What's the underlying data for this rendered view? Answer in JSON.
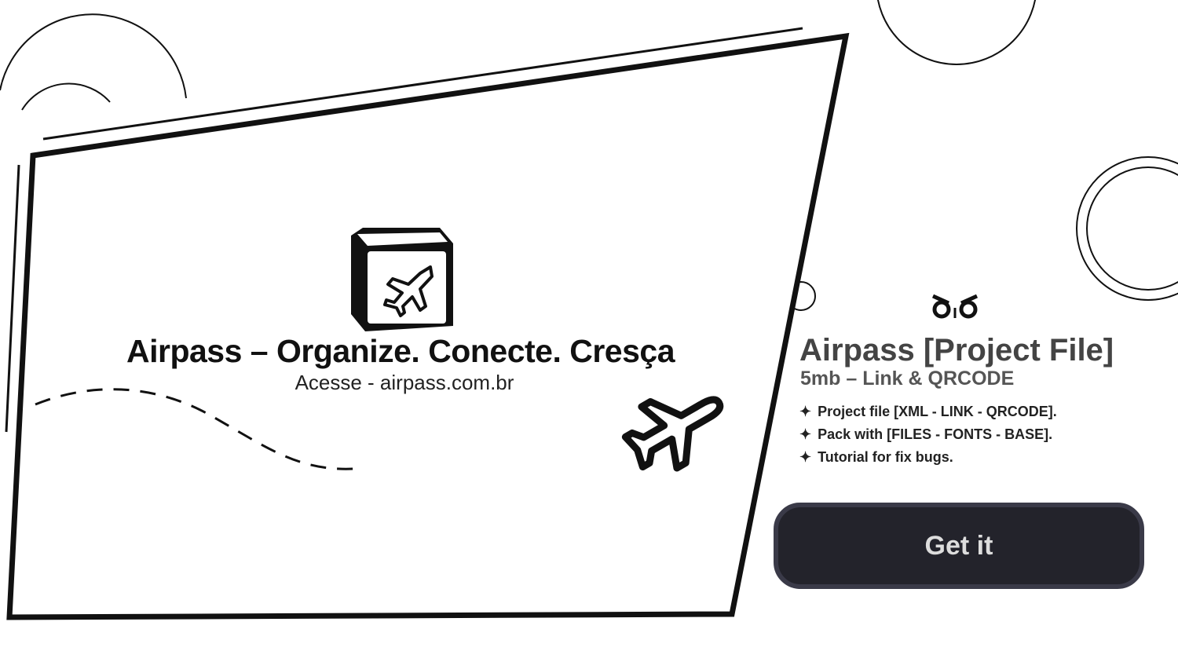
{
  "hero": {
    "headline": "Airpass – Organize. Conecte. Cresça",
    "subtitle": "Acesse - airpass.com.br"
  },
  "product": {
    "title": "Airpass [Project File]",
    "subtitle": "5mb – Link & QRCODE",
    "features": [
      {
        "icon": "sparkle-icon",
        "glyph": "✦",
        "text": "Project file [XML - LINK - QRCODE]."
      },
      {
        "icon": "sparkle-icon",
        "glyph": "✦",
        "text": "Pack with [FILES - FONTS - BASE]."
      },
      {
        "icon": "sparkle-icon",
        "glyph": "✦",
        "text": "Tutorial for fix bugs."
      }
    ],
    "cta_label": "Get it"
  },
  "colors": {
    "button_bg": "#23232b",
    "button_border": "#3a3a48",
    "title": "#444444"
  }
}
